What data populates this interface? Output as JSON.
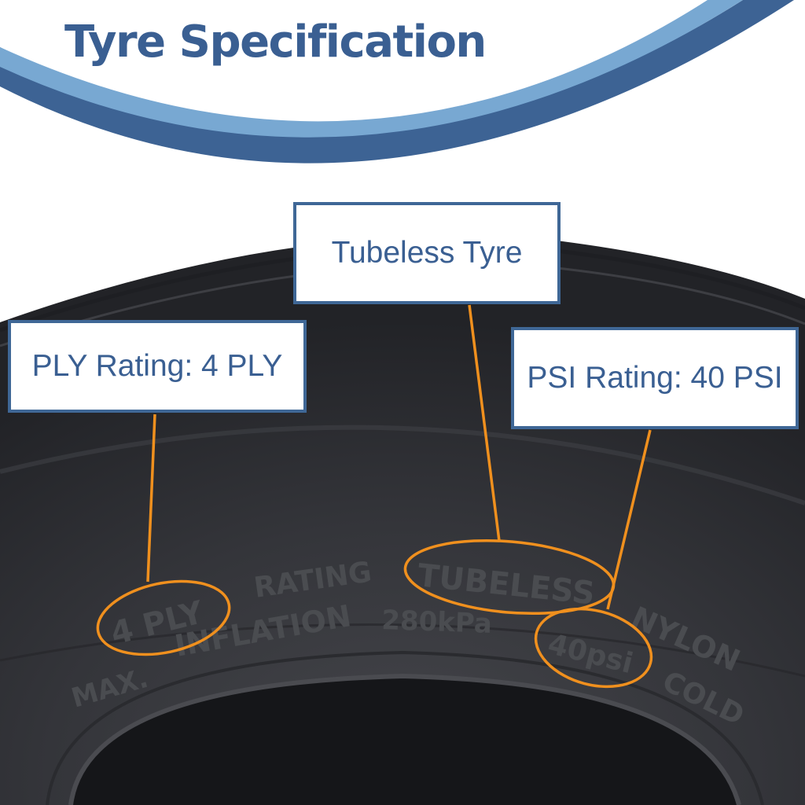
{
  "title": "Tyre Specification",
  "callouts": {
    "ply": "PLY Rating: 4 PLY",
    "tubeless": "Tubeless Tyre",
    "psi": "PSI Rating: 40 PSI"
  },
  "sidewall": {
    "line1_ply": "4 PLY",
    "line1_rating": "RATING",
    "line1_tubeless": "TUBELESS",
    "line1_nylon": "NYLON",
    "line2_max": "MAX.",
    "line2_inflation": "INFLATION",
    "line2_kpa": "280kPa",
    "line2_psi": "40psi",
    "line2_cold": "COLD"
  },
  "colors": {
    "title": "#3a5f92",
    "box_border": "#3f6796",
    "callout_text": "#3a5f92",
    "leader": "#f0901e",
    "band_dark": "#3d6394",
    "band_light": "#78a8d2",
    "tyre": "#2f3034",
    "sidewall_text": "#4a4c50"
  }
}
